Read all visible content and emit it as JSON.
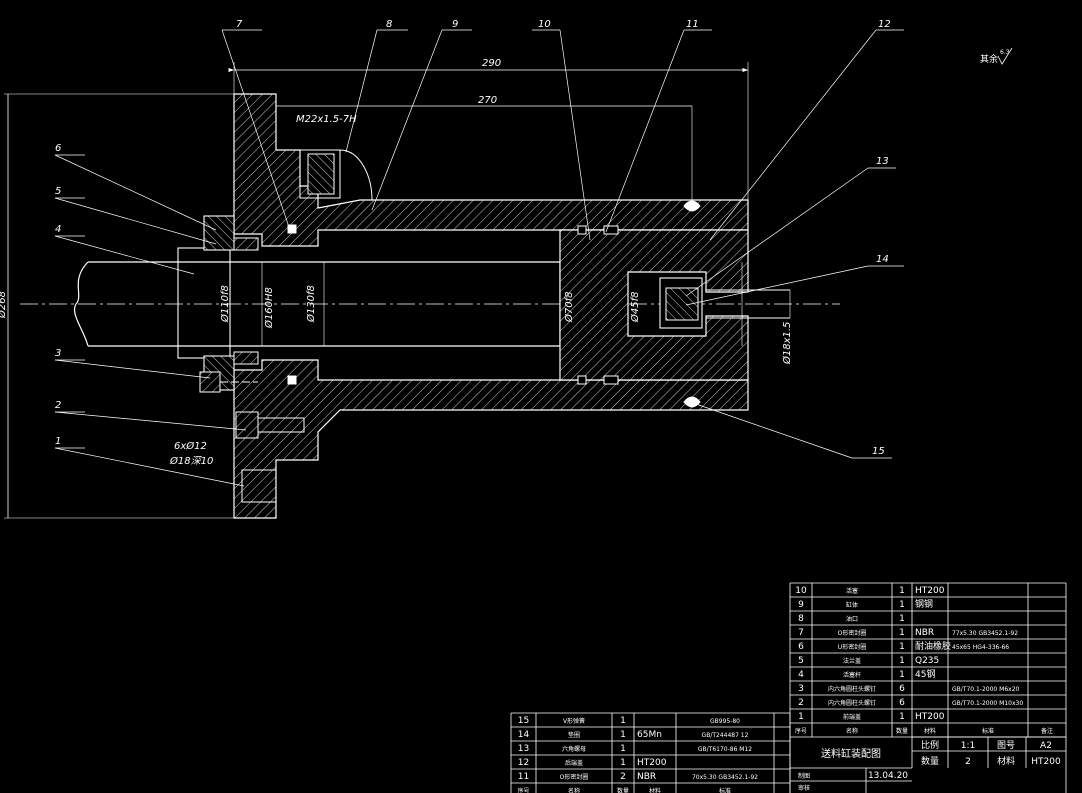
{
  "surface_finish": {
    "prefix": "其余",
    "value": "6.3"
  },
  "dimensions": {
    "len_290": "290",
    "len_270": "270",
    "thread": "M22x1.5-7H",
    "d110": "Ø110f8",
    "d160": "Ø160H8",
    "d130": "Ø130f8",
    "d70": "Ø70f8",
    "d45": "Ø45f8",
    "rod_thread": "Ø18x1.5",
    "holes_a": "6xØ12",
    "holes_b": "Ø18深10",
    "overall_left": "Ø268"
  },
  "balloons": [
    "1",
    "2",
    "3",
    "4",
    "5",
    "6",
    "7",
    "8",
    "9",
    "10",
    "11",
    "12",
    "13",
    "14",
    "15"
  ],
  "bom_headers": [
    "序号",
    "名称",
    "数量",
    "材料",
    "标准",
    "备注"
  ],
  "bom_right": [
    {
      "no": "10",
      "name": "活塞",
      "qty": "1",
      "mat": "HT200",
      "std": ""
    },
    {
      "no": "9",
      "name": "缸体",
      "qty": "1",
      "mat": "钢钢",
      "std": ""
    },
    {
      "no": "8",
      "name": "油口",
      "qty": "1",
      "mat": "",
      "std": ""
    },
    {
      "no": "7",
      "name": "O形密封圈",
      "qty": "1",
      "mat": "NBR",
      "std": "77x5.30 GB3452.1-92"
    },
    {
      "no": "6",
      "name": "U形密封圈",
      "qty": "1",
      "mat": "耐油橡胶",
      "std": "45x65 HG4-336-66"
    },
    {
      "no": "5",
      "name": "法兰盖",
      "qty": "1",
      "mat": "Q235",
      "std": ""
    },
    {
      "no": "4",
      "name": "活塞杆",
      "qty": "1",
      "mat": "45钢",
      "std": ""
    },
    {
      "no": "3",
      "name": "内六角圆柱头螺钉",
      "qty": "6",
      "mat": "",
      "std": "GB/T70.1-2000 M6x20"
    },
    {
      "no": "2",
      "name": "内六角圆柱头螺钉",
      "qty": "6",
      "mat": "",
      "std": "GB/T70.1-2000 M10x30"
    },
    {
      "no": "1",
      "name": "前端盖",
      "qty": "1",
      "mat": "HT200",
      "std": ""
    }
  ],
  "bom_left": [
    {
      "no": "15",
      "name": "V形弹簧",
      "qty": "1",
      "mat": "",
      "std": "GB995-80"
    },
    {
      "no": "14",
      "name": "垫圈",
      "qty": "1",
      "mat": "65Mn",
      "std": "GB/T244487 12"
    },
    {
      "no": "13",
      "name": "六角螺母",
      "qty": "1",
      "mat": "",
      "std": "GB/T6170-86 M12"
    },
    {
      "no": "12",
      "name": "后端盖",
      "qty": "1",
      "mat": "HT200",
      "std": ""
    },
    {
      "no": "11",
      "name": "O形密封圈",
      "qty": "2",
      "mat": "NBR",
      "std": "70x5.30 GB3452.1-92"
    }
  ],
  "title_block": {
    "title": "送料缸装配图",
    "scale_label": "比例",
    "scale": "1:1",
    "sheet_label": "图号",
    "sheet": "A2",
    "qty_label": "数量",
    "qty": "2",
    "mat_label": "材料",
    "mat": "HT200",
    "drawn_label": "制图",
    "date": "13.04.20",
    "check_label": "审核"
  }
}
